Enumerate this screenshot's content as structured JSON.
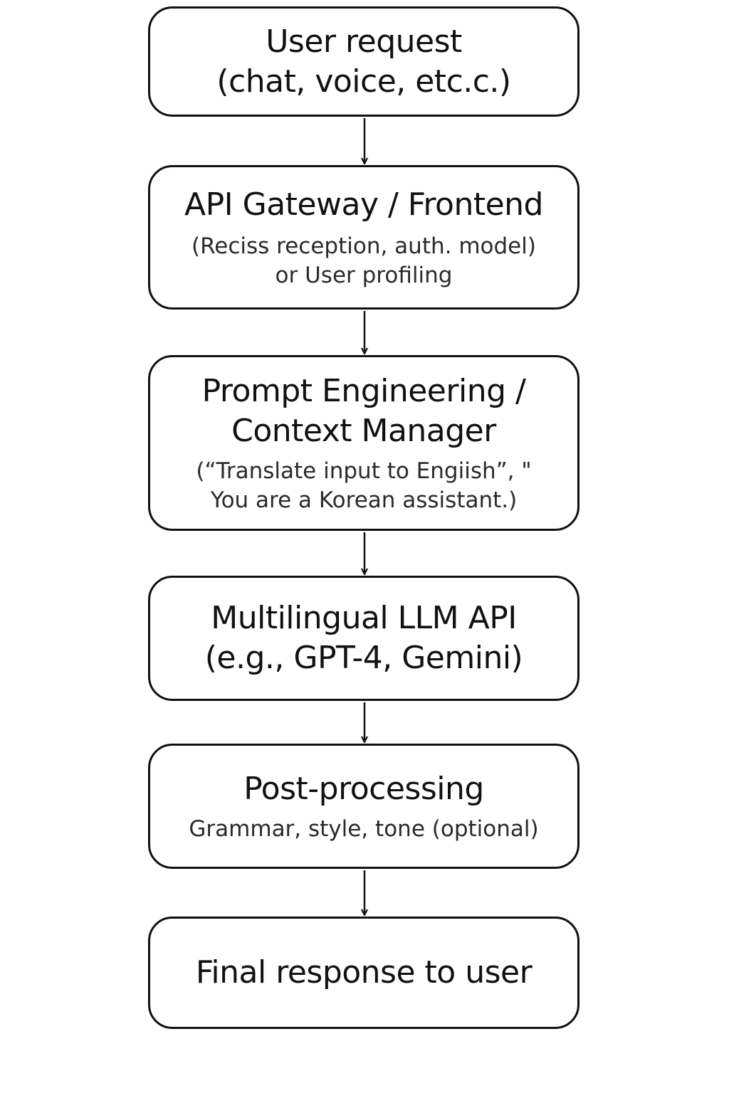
{
  "nodes": [
    {
      "title": "User request\n(chat, voice, etc.c.)",
      "subtitle": ""
    },
    {
      "title": "API Gateway / Frontend",
      "subtitle": "(Reciss reception, auth. model)\nor User profiling"
    },
    {
      "title": "Prompt Engineering /\nContext Manager",
      "subtitle": "(“Translate input to Engiish”, \"\nYou are a Korean assistant.)"
    },
    {
      "title": "Multilingual LLM API\n(e.g., GPT-4, Gemini)",
      "subtitle": ""
    },
    {
      "title": "Post-processing",
      "subtitle": "Grammar, style, tone (optional)"
    },
    {
      "title": "Final response to user",
      "subtitle": ""
    }
  ]
}
